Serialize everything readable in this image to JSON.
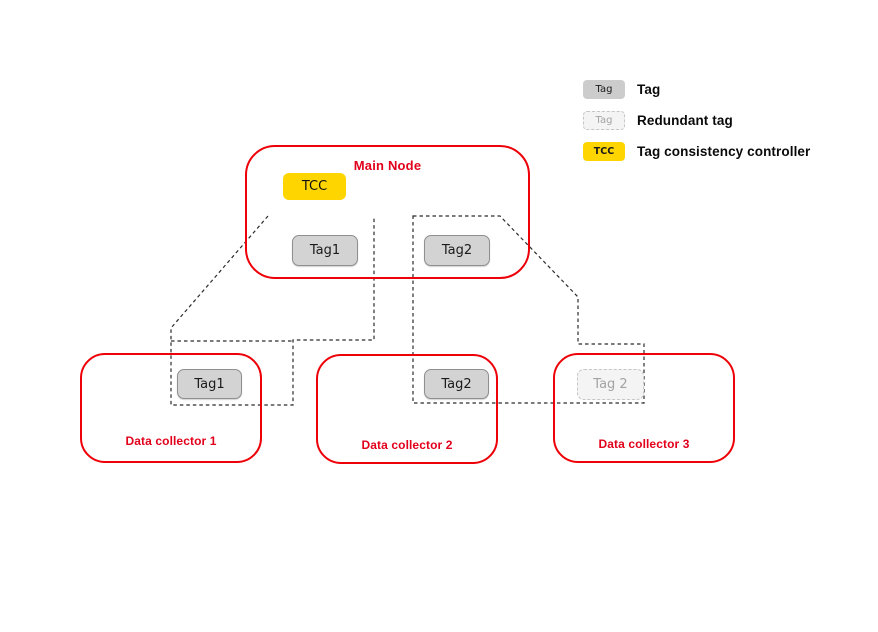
{
  "legend": {
    "items": [
      {
        "chip": "Tag",
        "label": "Tag",
        "type": "tag"
      },
      {
        "chip": "Tag",
        "label": "Redundant tag",
        "type": "redundant"
      },
      {
        "chip": "TCC",
        "label": "Tag consistency controller",
        "type": "tcc"
      }
    ]
  },
  "main_node": {
    "title": "Main Node",
    "tcc_label": "TCC",
    "tags": [
      {
        "label": "Tag1"
      },
      {
        "label": "Tag2"
      }
    ]
  },
  "collectors": [
    {
      "label": "Data collector 1",
      "tag": "Tag1",
      "redundant": false
    },
    {
      "label": "Data collector 2",
      "tag": "Tag2",
      "redundant": false
    },
    {
      "label": "Data collector 3",
      "tag": "Tag 2",
      "redundant": true
    }
  ],
  "colors": {
    "node_border_red": "#ee0008",
    "label_red": "#e2001a",
    "tcc_yellow": "#ffd500",
    "tag_gray_fill": "#d3d3d3",
    "tag_gray_border": "#8f8f8f",
    "redundant_fill": "#f4f4f4",
    "redundant_border": "#c6c6c6",
    "redundant_text": "#a3a3a3",
    "connector_dash": "#2b2b2b"
  }
}
